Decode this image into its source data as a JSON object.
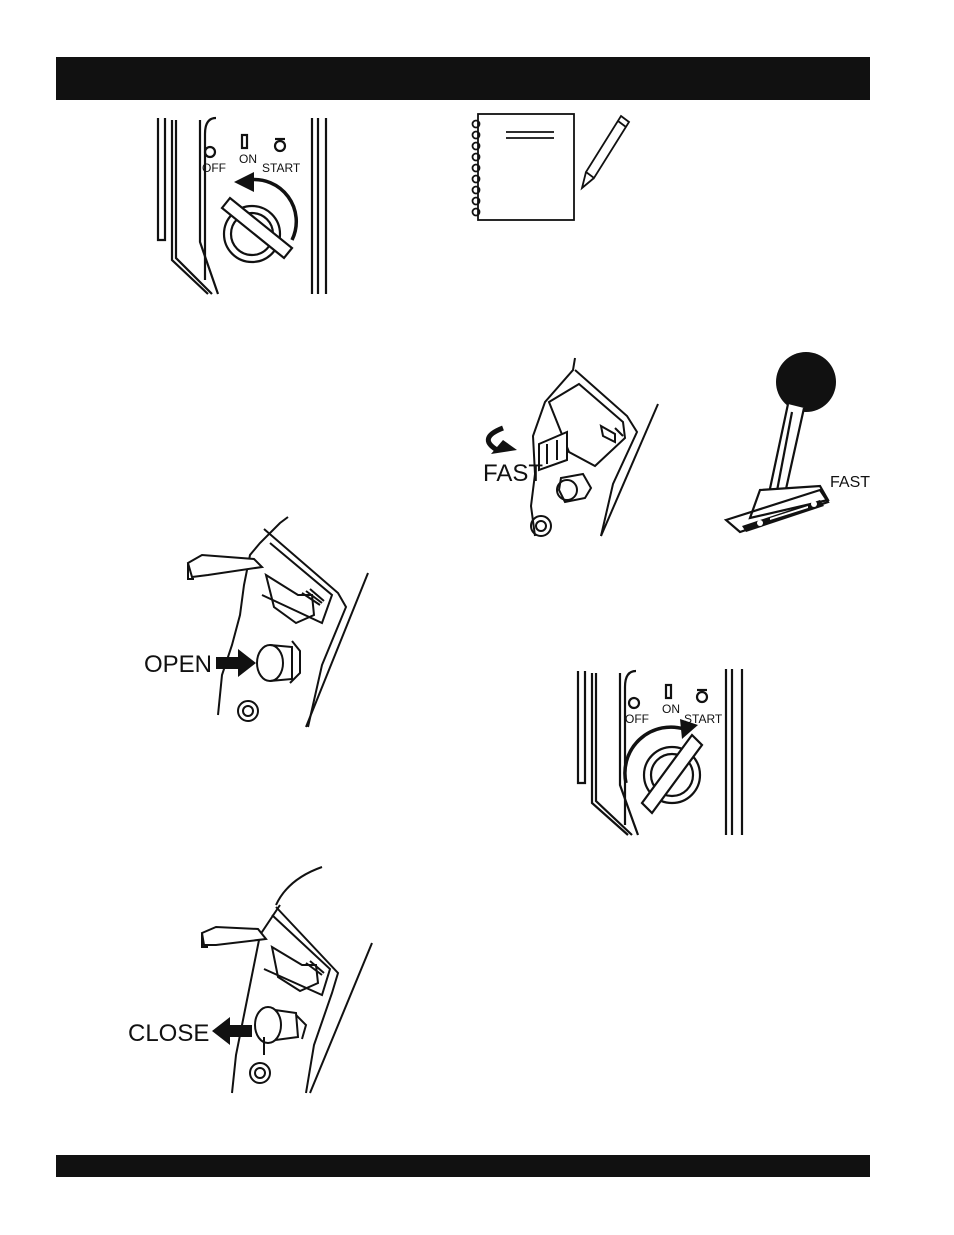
{
  "ignition_off": {
    "labels": {
      "off": "OFF",
      "on": "ON",
      "start": "START"
    }
  },
  "ignition_start": {
    "labels": {
      "off": "OFF",
      "on": "ON",
      "start": "START"
    }
  },
  "throttle_carb": {
    "label": "FAST"
  },
  "throttle_lever": {
    "label": "FAST"
  },
  "choke_open": {
    "label": "OPEN"
  },
  "choke_close": {
    "label": "CLOSE"
  }
}
